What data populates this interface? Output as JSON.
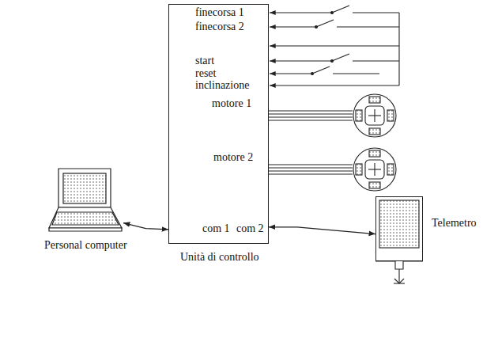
{
  "diagram": {
    "nodes": [
      {
        "text": [
          "Unità di controllo"
        ]
      },
      {
        "text": [
          "Personal computer"
        ]
      },
      {
        "text": [
          "Telemetro"
        ]
      }
    ],
    "edges": [
      {
        "from": 1,
        "to": 0,
        "arrow": "both"
      },
      {
        "from": 0,
        "to": 2,
        "arrow": "both"
      }
    ],
    "labels": [
      "finecorsa 1",
      "finecorsa 2",
      "start",
      "reset",
      "inclinazione",
      "motore 1",
      "motore 2",
      "com 1",
      "com 2"
    ]
  }
}
